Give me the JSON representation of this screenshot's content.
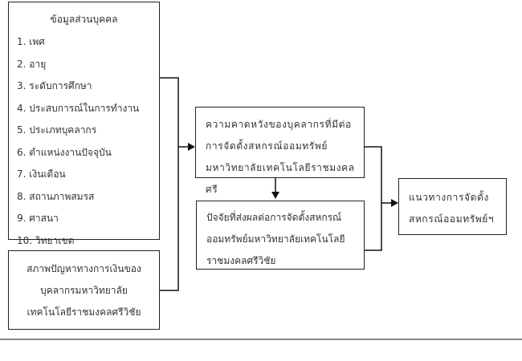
{
  "personal": {
    "title": "ข้อมูลส่วนบุคคล",
    "items": [
      "1. เพศ",
      "2. อายุ",
      "3. ระดับการศึกษา",
      "4. ประสบการณ์ในการทำงาน",
      "5. ประเภทบุคลากร",
      "6. ตำแหน่งงานปัจจุบัน",
      "7. เงินเดือน",
      "8. สถานภาพสมรส",
      "9. ศาสนา",
      "10. วิทยาเขต"
    ]
  },
  "financial": {
    "lines": [
      "สภาพปัญหาทางการเงินของ",
      "บุคลากรมหาวิทยาลัย",
      "เทคโนโลยีราชมงคลศรีวิชัย"
    ]
  },
  "expectation": {
    "lines": [
      "ความคาดหวังของบุคลากรที่มีต่อ",
      "การจัดตั้งสหกรณ์ออมทรัพย์",
      "มหาวิทยาลัยเทคโนโลยีราชมงคลศรี"
    ]
  },
  "factors": {
    "lines": [
      "ปัจจัยที่ส่งผลต่อการจัดตั้งสหกรณ์",
      "ออมทรัพย์มหาวิทยาลัยเทคโนโลยี",
      "ราชมงคลศรีวิชัย"
    ]
  },
  "guideline": {
    "lines": [
      "แนวทางการจัดตั้ง",
      "สหกรณ์ออมทรัพย์ฯ"
    ]
  }
}
